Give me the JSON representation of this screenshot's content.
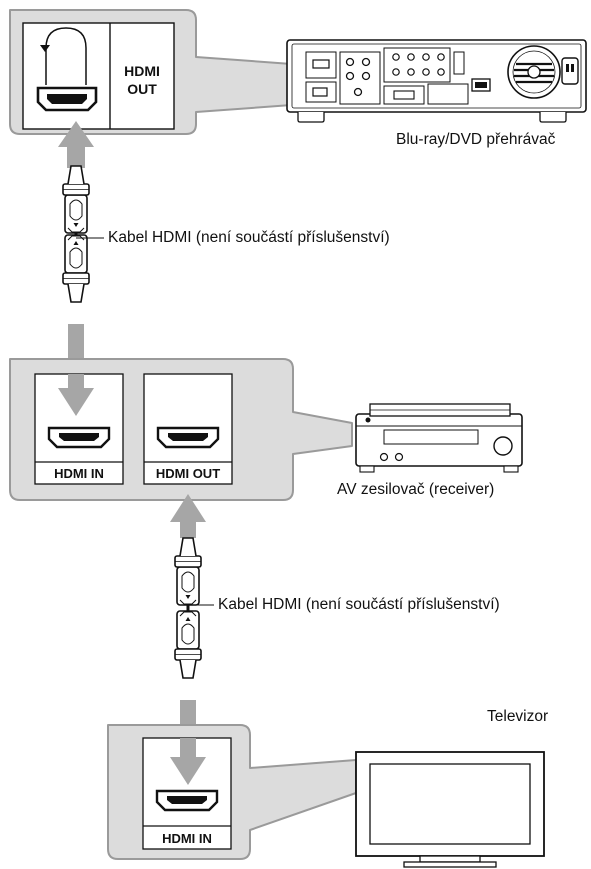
{
  "devices": {
    "player_label": "Blu-ray/DVD přehrávač",
    "receiver_label": "AV zesilovač (receiver)",
    "tv_label": "Televizor"
  },
  "ports": {
    "player_out_line1": "HDMI",
    "player_out_line2": "OUT",
    "receiver_in": "HDMI IN",
    "receiver_out": "HDMI OUT",
    "tv_in": "HDMI IN"
  },
  "cables": {
    "cable_1_label": "Kabel HDMI (není součástí příslušenství)",
    "cable_2_label": "Kabel HDMI (není součástí příslušenství)"
  },
  "colors": {
    "callout_fill": "#dcdcdc",
    "callout_stroke": "#9a9a9a",
    "arrow": "#a6a6a6",
    "line": "#111111"
  }
}
